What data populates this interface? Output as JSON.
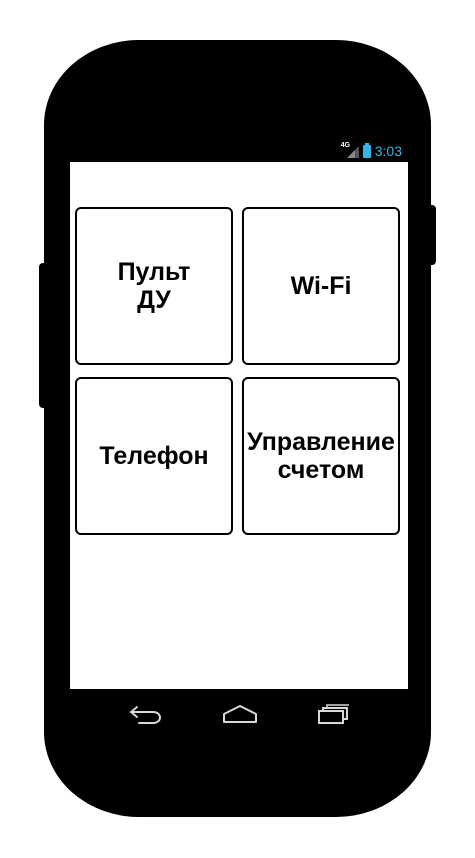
{
  "status_bar": {
    "network": "4G",
    "time": "3:03",
    "accent_color": "#33b5e5"
  },
  "tiles": [
    {
      "label": "Пульт\nДУ"
    },
    {
      "label": "Wi-Fi"
    },
    {
      "label": "Телефон"
    },
    {
      "label": "Управление\nсчетом"
    }
  ],
  "nav_bar": {
    "icons": [
      "back-icon",
      "home-icon",
      "recent-apps-icon"
    ]
  }
}
